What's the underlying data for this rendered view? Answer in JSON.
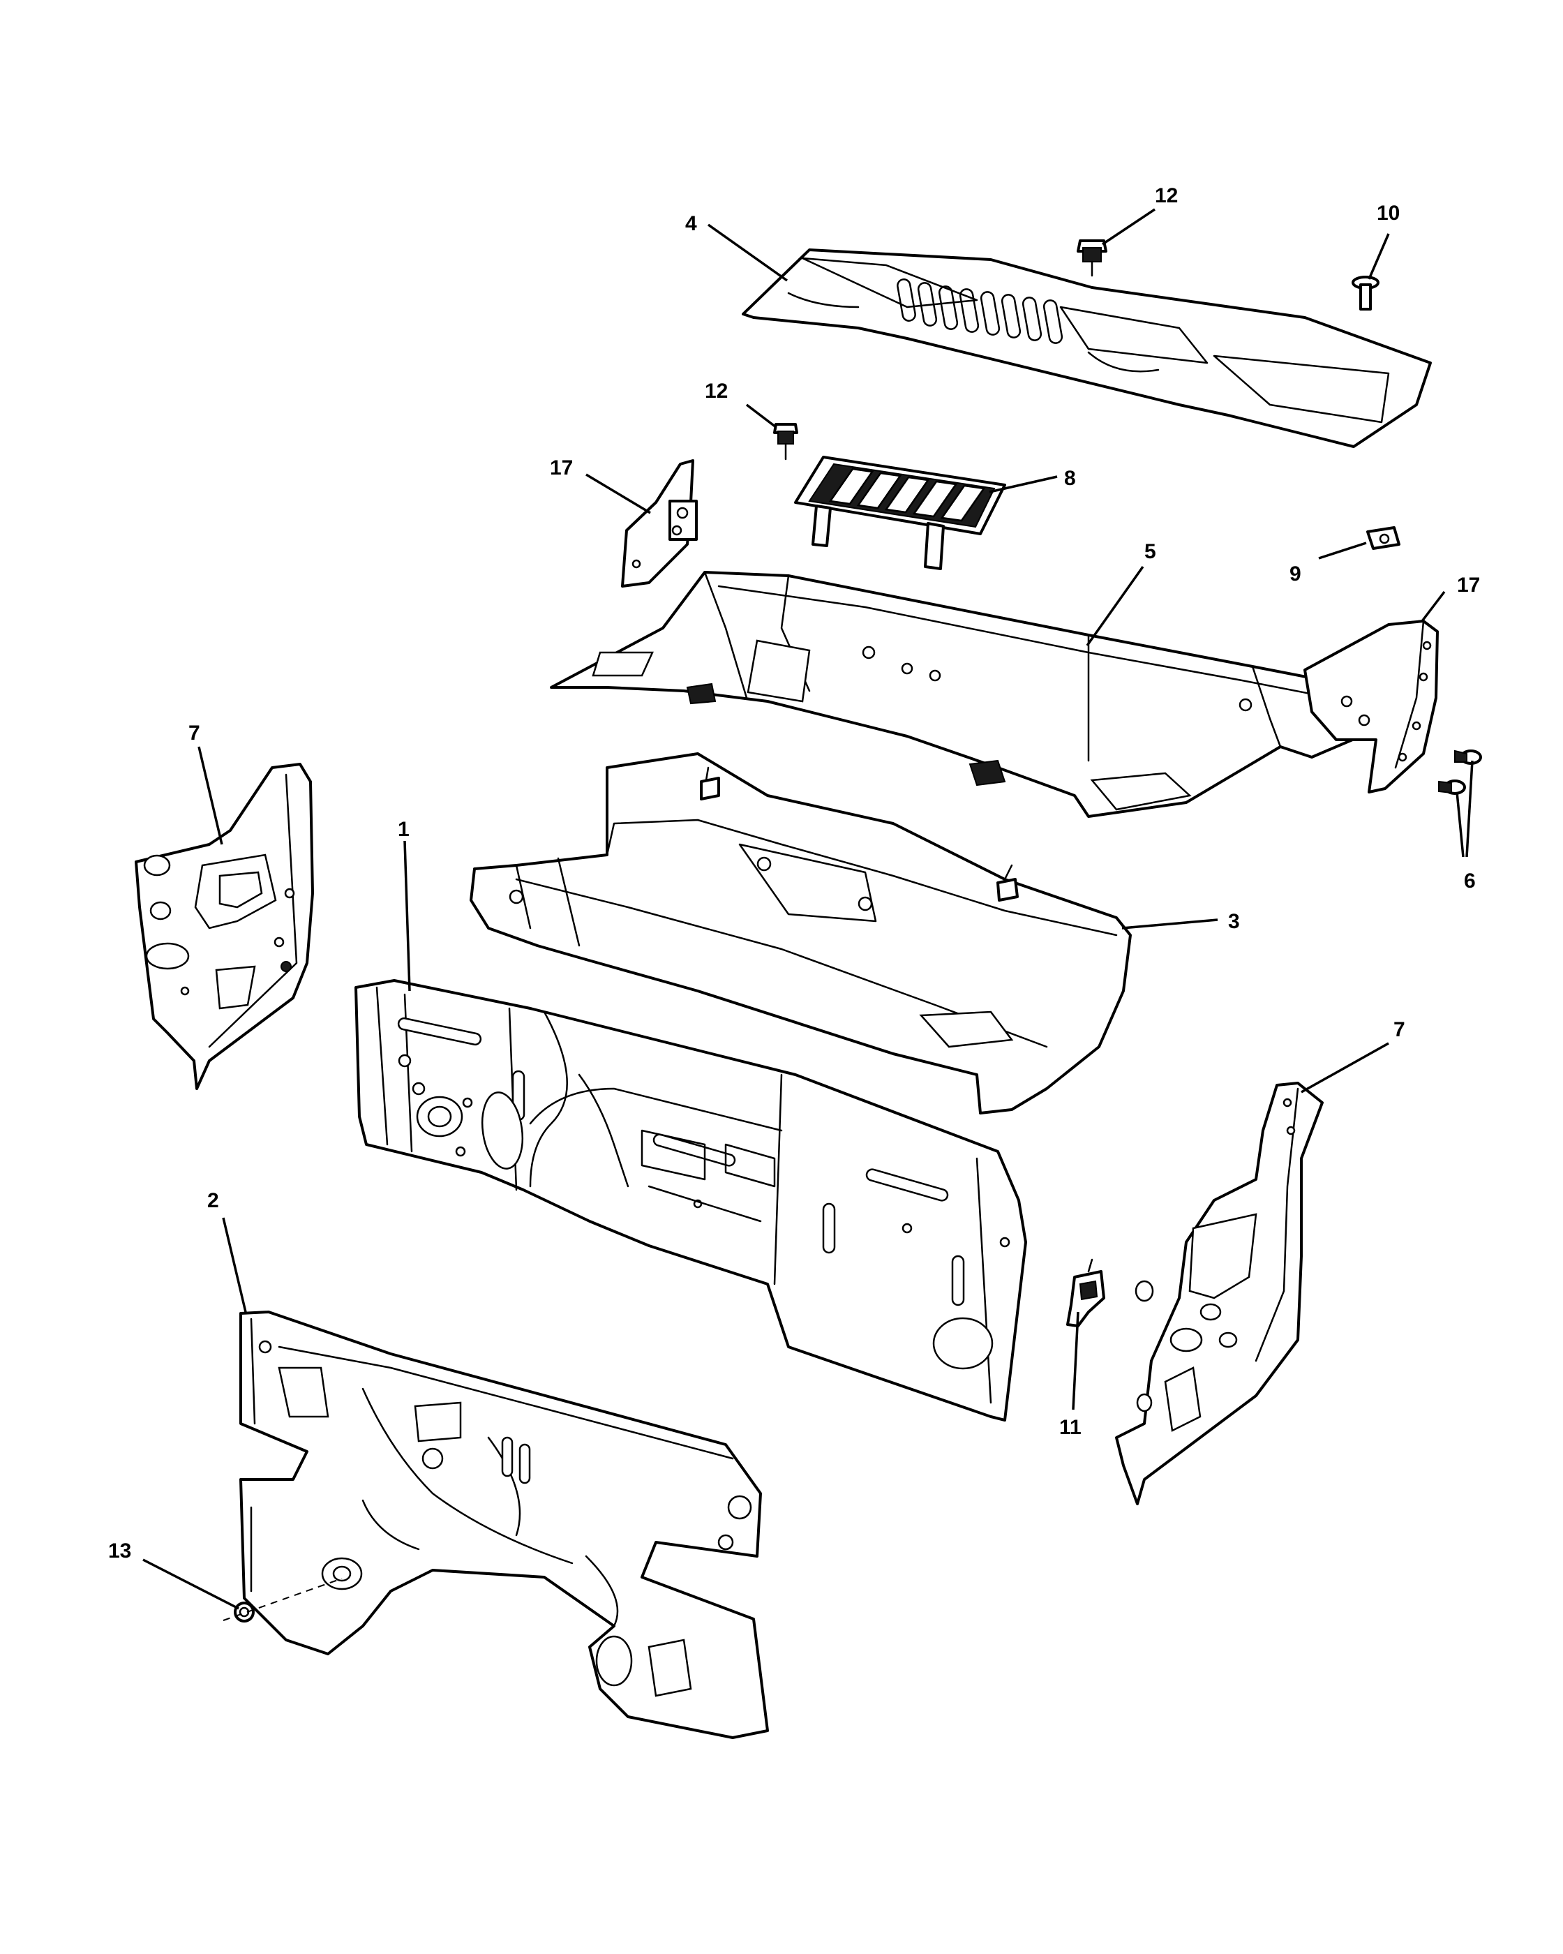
{
  "callouts": {
    "c1": "1",
    "c2": "2",
    "c3": "3",
    "c4": "4",
    "c5": "5",
    "c6": "6",
    "c7a": "7",
    "c7b": "7",
    "c8": "8",
    "c9": "9",
    "c10": "10",
    "c11": "11",
    "c12a": "12",
    "c12b": "12",
    "c13": "13",
    "c17a": "17",
    "c17b": "17"
  },
  "colors": {
    "line": "#000000",
    "background": "#ffffff"
  }
}
